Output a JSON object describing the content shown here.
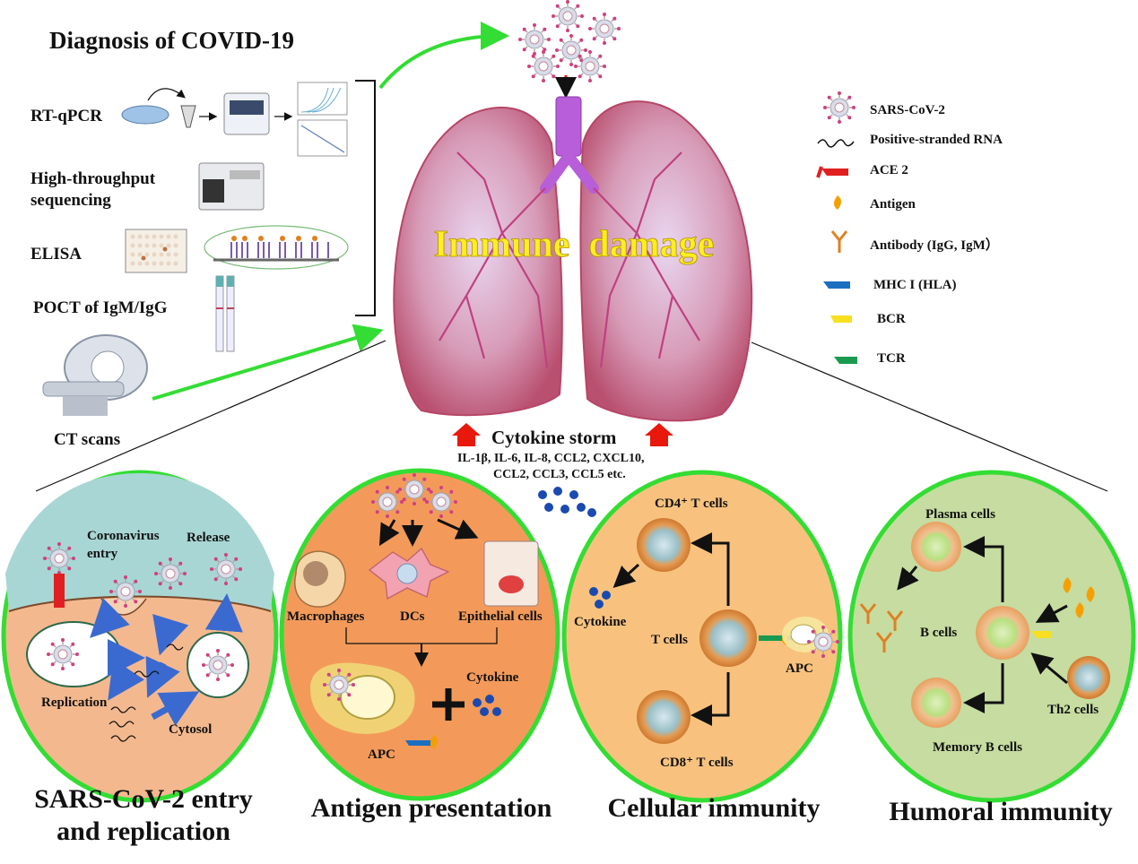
{
  "diagnosis": {
    "title": "Diagnosis of COVID-19",
    "methods": [
      "RT-qPCR",
      "High-throughput\nsequencing",
      "ELISA",
      "POCT of IgM/IgG",
      "CT scans"
    ]
  },
  "center": {
    "organ_label": "Immune  damage",
    "cytokine_storm": "Cytokine storm",
    "cytokines_line1": "IL-1β, IL-6, IL-8, CCL2, CXCL10,",
    "cytokines_line2": "CCL2, CCL3, CCL5 etc."
  },
  "legend": [
    {
      "label": "SARS-CoV-2",
      "icon": "virus-icon"
    },
    {
      "label": "Positive-stranded RNA",
      "icon": "rna-icon"
    },
    {
      "label": "ACE 2",
      "icon": "ace2-receptor-icon",
      "color": "#e02020"
    },
    {
      "label": "Antigen",
      "icon": "antigen-icon",
      "color": "#f5a000"
    },
    {
      "label": "Antibody (IgG, IgM）",
      "icon": "antibody-icon",
      "color": "#e08020"
    },
    {
      "label": "MHC I (HLA)",
      "icon": "mhc-receptor-icon",
      "color": "#1a6fc0"
    },
    {
      "label": "BCR",
      "icon": "bcr-receptor-icon",
      "color": "#f8e020"
    },
    {
      "label": "TCR",
      "icon": "tcr-receptor-icon",
      "color": "#1a9a50"
    }
  ],
  "panels": {
    "entry": {
      "title_line1": "SARS-CoV-2 entry",
      "title_line2": "and replication",
      "labels": {
        "coronavirus": "Coronavirus",
        "entry": "entry",
        "release": "Release",
        "replication": "Replication",
        "cytosol": "Cytosol"
      }
    },
    "antigen": {
      "title": "Antigen presentation",
      "labels": {
        "macrophages": "Macrophages",
        "dcs": "DCs",
        "epithelial": "Epithelial cells",
        "cytokine": "Cytokine",
        "apc": "APC"
      }
    },
    "cellular": {
      "title": "Cellular immunity",
      "labels": {
        "cd4": "CD4⁺ T cells",
        "cd8": "CD8⁺ T cells",
        "tcells": "T cells",
        "cytokine": "Cytokine",
        "apc": "APC"
      }
    },
    "humoral": {
      "title": "Humoral immunity",
      "labels": {
        "plasma": "Plasma cells",
        "bcells": "B cells",
        "memory": "Memory B cells",
        "th2": "Th2 cells"
      }
    }
  },
  "colors": {
    "accent_green": "#33dd33",
    "arrow_red": "#e8180c",
    "lung_pink": "#d8607a",
    "panel_orange": "#f39a5a",
    "panel_peach": "#f8c27e",
    "panel_green": "#c6dca0",
    "panel_teal": "#a8d6d4"
  }
}
